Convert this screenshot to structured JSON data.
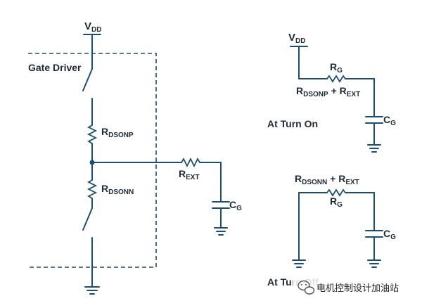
{
  "colors": {
    "wire": "#1b4f72",
    "text": "#1f2a36"
  },
  "left_circuit": {
    "vdd": {
      "main": "V",
      "sub": "DD"
    },
    "block_label": "Gate Driver",
    "r_dsonp": {
      "main": "R",
      "sub": "DSONP"
    },
    "r_dsonn": {
      "main": "R",
      "sub": "DSONN"
    },
    "r_ext": {
      "main": "R",
      "sub": "EXT"
    },
    "cg": {
      "main": "C",
      "sub": "G"
    }
  },
  "turn_on": {
    "vdd": {
      "main": "V",
      "sub": "DD"
    },
    "rg": {
      "main": "R",
      "sub": "G"
    },
    "sum": {
      "a_main": "R",
      "a_sub": "DSONP",
      "plus": " + ",
      "b_main": "R",
      "b_sub": "EXT"
    },
    "cg": {
      "main": "C",
      "sub": "G"
    },
    "title": "At Turn On"
  },
  "turn_off": {
    "sum": {
      "a_main": "R",
      "a_sub": "DSONN",
      "plus": " + ",
      "b_main": "R",
      "b_sub": "EXT"
    },
    "rg": {
      "main": "R",
      "sub": "G"
    },
    "cg": {
      "main": "C",
      "sub": "G"
    },
    "title": "At Turn Off"
  },
  "watermark": {
    "text": "电机控制设计加油站",
    "icon": "wechat-icon"
  }
}
